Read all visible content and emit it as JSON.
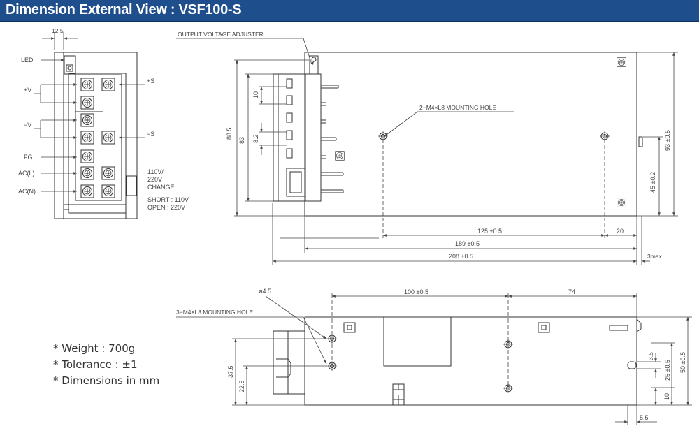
{
  "header": {
    "title": "Dimension External View : VSF100-S"
  },
  "front_view": {
    "dim_top": "12.5",
    "labels": {
      "led": "LED",
      "plus_v": "+V",
      "minus_v": "−V",
      "fg": "FG",
      "ac_l": "AC(L)",
      "ac_n": "AC(N)",
      "plus_s": "+S",
      "minus_s": "−S"
    },
    "change_label": [
      "110V/",
      "220V",
      "CHANGE"
    ],
    "short_open": [
      "SHORT : 110V",
      "OPEN   : 220V"
    ]
  },
  "side_view": {
    "output_adjuster": "OUTPUT VOLTAGE ADJUSTER",
    "mounting_hole": "2−M4×L8 MOUNTING HOLE",
    "dims": {
      "h_88_5": "88.5",
      "h_83": "83",
      "pitch_10": "10",
      "pitch_8_2": "8.2",
      "w_125": "125 ±0.5",
      "w_20": "20",
      "w_189": "189 ±0.5",
      "w_208": "208 ±0.5",
      "max_3": "3max",
      "h_93": "93 ±0.5",
      "h_45": "45 ±0.2"
    }
  },
  "bottom_view": {
    "hole_dia": "ø4.5",
    "mounting_hole": "3−M4×L8 MOUNTING HOLE",
    "dims": {
      "w_100": "100 ±0.5",
      "w_74": "74",
      "h_37_5": "37.5",
      "h_22_5": "22.5",
      "h_3_5": "3.5",
      "h_25": "25 ±0.5",
      "h_50": "50 ±0.5",
      "h_10": "10",
      "w_5_5": "5.5"
    }
  },
  "notes": [
    "* Weight : 700g",
    "* Tolerance : ±1",
    "* Dimensions in mm"
  ]
}
